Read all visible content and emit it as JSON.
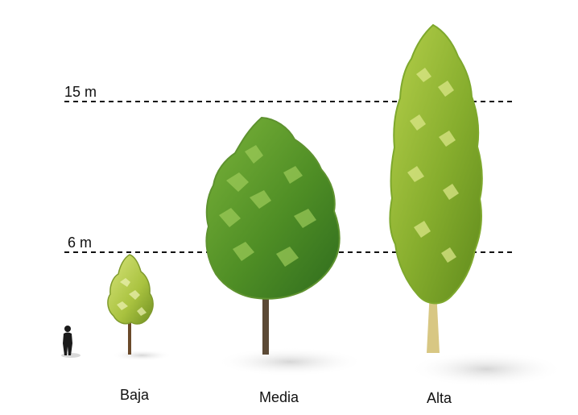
{
  "height_markers": [
    {
      "label": "15 m",
      "value_m": 15
    },
    {
      "label": "6 m",
      "value_m": 6
    }
  ],
  "trees": [
    {
      "label": "Baja"
    },
    {
      "label": "Media"
    },
    {
      "label": "Alta"
    }
  ],
  "colors": {
    "background": "#ffffff",
    "dashed_line": "#111111",
    "text": "#111111",
    "shadow": "#d9d9d9",
    "foliage_dark": "#4f7f20",
    "foliage_mid": "#6fa22e",
    "foliage_light": "#9cc24a",
    "foliage_pale": "#c8d97b",
    "trunk": "#6a4a2a",
    "tall_trunk": "#d7c67f",
    "person": "#1b1b1b"
  }
}
